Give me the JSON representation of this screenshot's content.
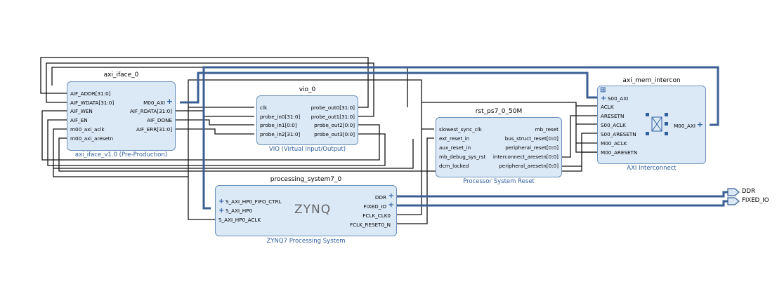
{
  "blocks": {
    "axi_iface": {
      "title": "axi_iface_0",
      "subtitle": "axi_iface_v1.0 (Pre-Production)",
      "pins_left": [
        "AIF_ADDR[31:0]",
        "AIF_WDATA[31:0]",
        "AIF_WEN",
        "AIF_EN",
        "m00_axi_aclk",
        "m00_axi_aresetn"
      ],
      "pins_right": [
        "M00_AXI",
        "AIF_RDATA[31:0]",
        "AIF_DONE",
        "AIF_ERR[31:0]"
      ]
    },
    "vio": {
      "title": "vio_0",
      "subtitle": "VIO (Virtual Input/Output)",
      "pins_left": [
        "clk",
        "probe_in0[31:0]",
        "probe_in1[0:0]",
        "probe_in2[31:0]"
      ],
      "pins_right": [
        "probe_out0[31:0]",
        "probe_out1[31:0]",
        "probe_out2[0:0]",
        "probe_out3[0:0]"
      ]
    },
    "rst": {
      "title": "rst_ps7_0_50M",
      "subtitle": "Processor System Reset",
      "pins_left": [
        "slowest_sync_clk",
        "ext_reset_in",
        "aux_reset_in",
        "mb_debug_sys_rst",
        "dcm_locked"
      ],
      "pins_right": [
        "mb_reset",
        "bus_struct_reset[0:0]",
        "peripheral_reset[0:0]",
        "interconnect_aresetn[0:0]",
        "peripheral_aresetn[0:0]"
      ]
    },
    "intercon": {
      "title": "axi_mem_intercon",
      "subtitle": "AXI Interconnect",
      "pins_left": [
        "S00_AXI",
        "ACLK",
        "ARESETN",
        "S00_ACLK",
        "S00_ARESETN",
        "M00_ACLK",
        "M00_ARESETN"
      ],
      "pins_right": [
        "M00_AXI"
      ]
    },
    "ps7": {
      "title": "processing_system7_0",
      "subtitle": "ZYNQ7 Processing System",
      "logo": "ZYNQ",
      "pins_left": [
        "S_AXI_HP0_FIFO_CTRL",
        "S_AXI_HP0",
        "S_AXI_HP0_ACLK"
      ],
      "pins_right": [
        "DDR",
        "FIXED_IO",
        "FCLK_CLK0",
        "FCLK_RESET0_N"
      ]
    }
  },
  "external_ports": [
    "DDR",
    "FIXED_IO"
  ],
  "colors": {
    "block_fill": "#dbe9f7",
    "block_border": "#6b8fb8",
    "bus": "#3b5f93",
    "wire": "#111111"
  }
}
